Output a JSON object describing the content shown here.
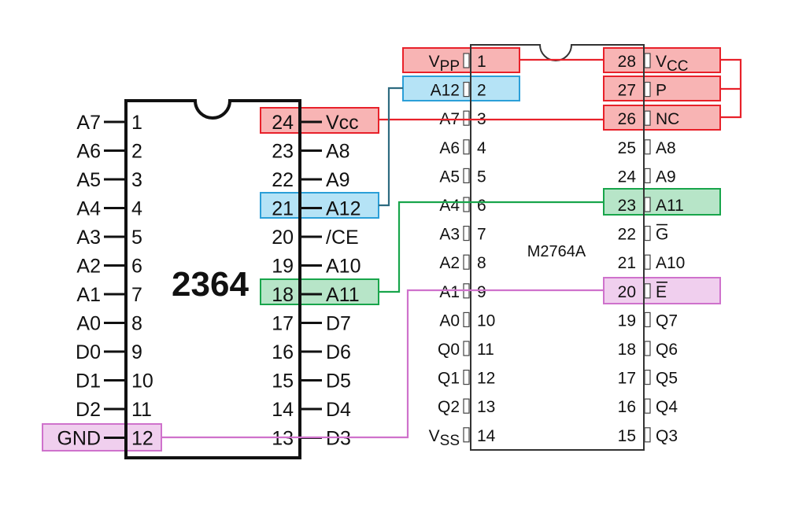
{
  "colors": {
    "red_fill": "#f8b4b4",
    "red_stroke": "#e8212a",
    "blue_fill": "#b5e3f6",
    "blue_stroke": "#2b9fd8",
    "blue_wire": "#2e6b80",
    "green_fill": "#b7e5c8",
    "green_stroke": "#18a54b",
    "pink_fill": "#f0cfee",
    "pink_stroke": "#cf72cc"
  },
  "chip2364": {
    "title": "2364",
    "left_pins": [
      {
        "name": "A7",
        "num": "1"
      },
      {
        "name": "A6",
        "num": "2"
      },
      {
        "name": "A5",
        "num": "3"
      },
      {
        "name": "A4",
        "num": "4"
      },
      {
        "name": "A3",
        "num": "5"
      },
      {
        "name": "A2",
        "num": "6"
      },
      {
        "name": "A1",
        "num": "7"
      },
      {
        "name": "A0",
        "num": "8"
      },
      {
        "name": "D0",
        "num": "9"
      },
      {
        "name": "D1",
        "num": "10"
      },
      {
        "name": "D2",
        "num": "11"
      },
      {
        "name": "GND",
        "num": "12"
      }
    ],
    "right_pins": [
      {
        "num": "24",
        "name": "Vcc"
      },
      {
        "num": "23",
        "name": "A8"
      },
      {
        "num": "22",
        "name": "A9"
      },
      {
        "num": "21",
        "name": "A12"
      },
      {
        "num": "20",
        "name": "/CE"
      },
      {
        "num": "19",
        "name": "A10"
      },
      {
        "num": "18",
        "name": "A11"
      },
      {
        "num": "17",
        "name": "D7"
      },
      {
        "num": "16",
        "name": "D6"
      },
      {
        "num": "15",
        "name": "D5"
      },
      {
        "num": "14",
        "name": "D4"
      },
      {
        "num": "13",
        "name": "D3"
      }
    ]
  },
  "chipM2764A": {
    "title": "M2764A",
    "left_pins": [
      {
        "name": "VPP",
        "num": "1"
      },
      {
        "name": "A12",
        "num": "2"
      },
      {
        "name": "A7",
        "num": "3"
      },
      {
        "name": "A6",
        "num": "4"
      },
      {
        "name": "A5",
        "num": "5"
      },
      {
        "name": "A4",
        "num": "6"
      },
      {
        "name": "A3",
        "num": "7"
      },
      {
        "name": "A2",
        "num": "8"
      },
      {
        "name": "A1",
        "num": "9"
      },
      {
        "name": "A0",
        "num": "10"
      },
      {
        "name": "Q0",
        "num": "11"
      },
      {
        "name": "Q1",
        "num": "12"
      },
      {
        "name": "Q2",
        "num": "13"
      },
      {
        "name": "VSS",
        "num": "14"
      }
    ],
    "right_pins": [
      {
        "num": "28",
        "name": "VCC"
      },
      {
        "num": "27",
        "name": "P"
      },
      {
        "num": "26",
        "name": "NC"
      },
      {
        "num": "25",
        "name": "A8"
      },
      {
        "num": "24",
        "name": "A9"
      },
      {
        "num": "23",
        "name": "A11"
      },
      {
        "num": "22",
        "name": "G"
      },
      {
        "num": "21",
        "name": "A10"
      },
      {
        "num": "20",
        "name": "E"
      },
      {
        "num": "19",
        "name": "Q7"
      },
      {
        "num": "18",
        "name": "Q6"
      },
      {
        "name": "Q5",
        "num": "17"
      },
      {
        "num": "16",
        "name": "Q4"
      },
      {
        "num": "15",
        "name": "Q3"
      }
    ]
  }
}
